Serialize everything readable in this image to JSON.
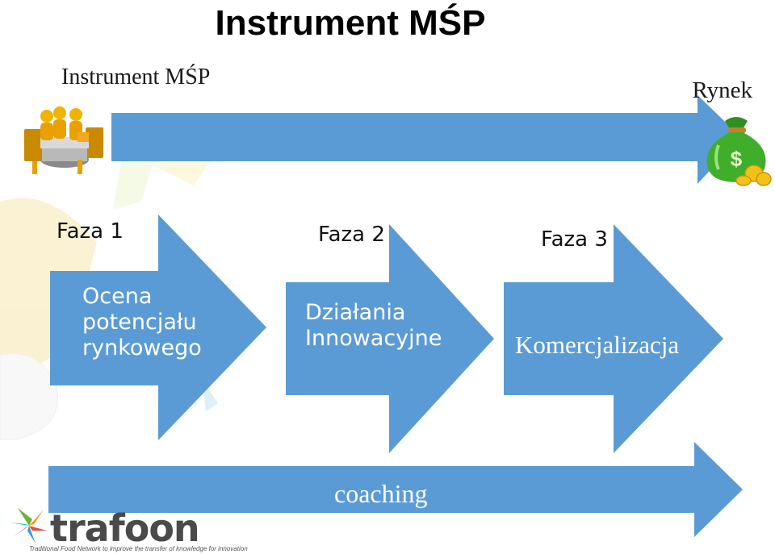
{
  "title": "Instrument MŚP",
  "subtitle": "Instrument MŚP",
  "market_label": "Rynek",
  "phases": [
    {
      "label": "Faza 1",
      "lines": [
        "Ocena",
        "potencjału",
        "rynkowego"
      ]
    },
    {
      "label": "Faza 2",
      "lines": [
        "Działania",
        "Innowacyjne"
      ]
    },
    {
      "label": "Faza 3",
      "lines": [
        "Komercjalizacja"
      ]
    }
  ],
  "support_label": "coaching",
  "logo": {
    "brand": "trafoon",
    "tagline": "Traditional Food Network to improve the transfer of knowledge for innovation"
  },
  "icons": [
    "meeting-people-icon",
    "money-bag-icon",
    "trafoon-logo-icon"
  ],
  "colors": {
    "arrow": "#5b9bd5",
    "money_bag": "#3fae2a",
    "coin": "#f2c21b",
    "people": "#e8a100"
  }
}
